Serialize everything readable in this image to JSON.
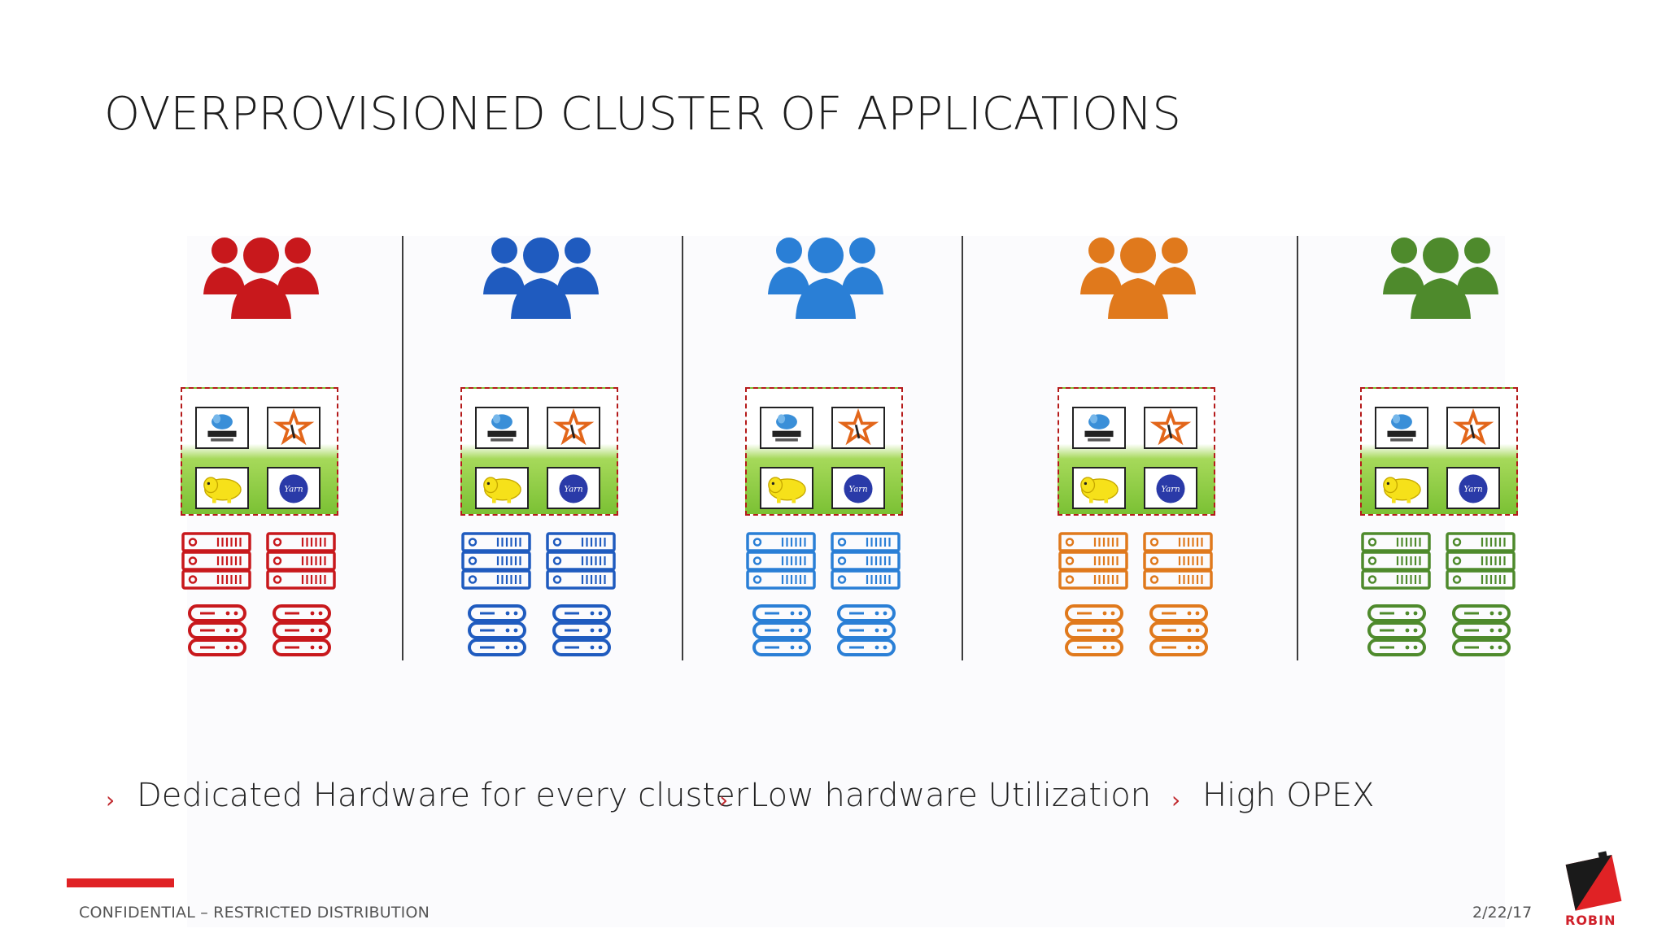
{
  "title": "OVERPROVISIONED CLUSTER OF APPLICATIONS",
  "clusters": [
    {
      "color": "#c8181c"
    },
    {
      "color": "#1f5bbf"
    },
    {
      "color": "#2a7fd6"
    },
    {
      "color": "#e0791c"
    },
    {
      "color": "#4e8a2c"
    }
  ],
  "bullets": [
    {
      "mark": "›",
      "text": "Dedicated Hardware for every cluster"
    },
    {
      "mark": "›",
      "text": "Low hardware Utilization"
    },
    {
      "mark": "›",
      "text": "High OPEX"
    }
  ],
  "footer": {
    "left": "CONFIDENTIAL – RESTRICTED DISTRIBUTION",
    "date": "2/22/17"
  },
  "logo": {
    "text": "ROBIN"
  },
  "app_icons": [
    "mapreduce-icon",
    "spark-icon",
    "hadoop-icon",
    "yarn-icon"
  ]
}
